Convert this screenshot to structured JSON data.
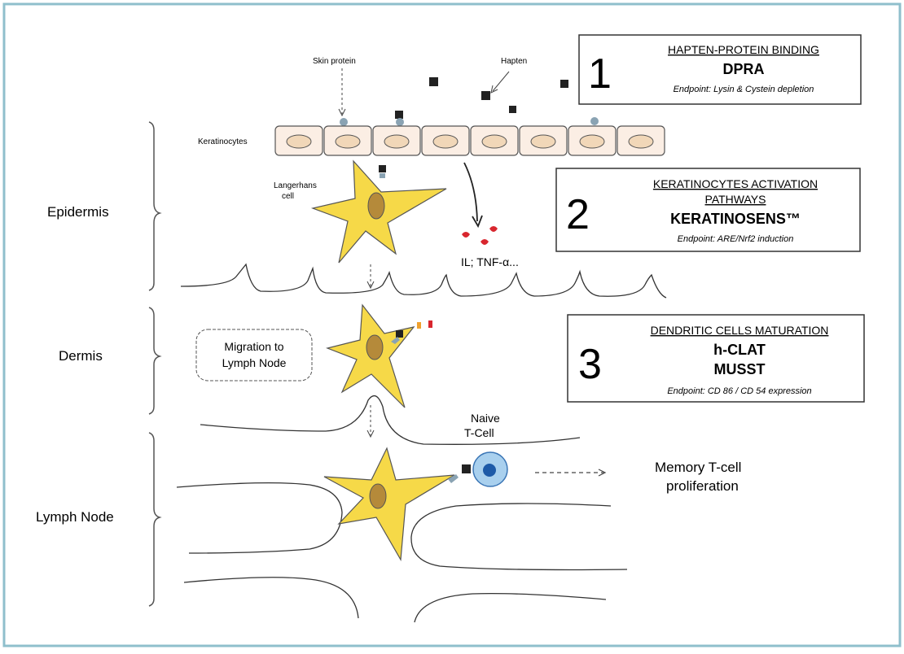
{
  "layers": {
    "epidermis": "Epidermis",
    "dermis": "Dermis",
    "lymph_node": "Lymph Node"
  },
  "labels": {
    "skin_protein": "Skin protein",
    "hapten": "Hapten",
    "keratinocytes": "Keratinocytes",
    "langerhans_line1": "Langerhans",
    "langerhans_line2": "cell",
    "cytokines": "IL; TNF-α...",
    "migration_line1": "Migration to",
    "migration_line2": "Lymph Node",
    "naive_line1": "Naive",
    "naive_line2": "T-Cell",
    "memory_line1": "Memory T-cell",
    "memory_line2": "proliferation"
  },
  "steps": [
    {
      "number": "1",
      "title_line1": "HAPTEN-PROTEIN BINDING",
      "title_line2": "",
      "assays_line1": "DPRA",
      "assays_line2": "",
      "endpoint": "Endpoint: Lysin & Cystein depletion"
    },
    {
      "number": "2",
      "title_line1": "KERATINOCYTES ACTIVATION",
      "title_line2": "PATHWAYS",
      "assays_line1": "KERATINOSENS™",
      "assays_line2": "",
      "endpoint": "Endpoint: ARE/Nrf2 induction"
    },
    {
      "number": "3",
      "title_line1": "DENDRITIC CELLS MATURATION",
      "title_line2": "",
      "assays_line1": "h-CLAT",
      "assays_line2": "MUSST",
      "endpoint": "Endpoint: CD 86 / CD 54 expression"
    }
  ],
  "colors": {
    "frame": "#8fbfcc",
    "cell_fill": "#f6d948",
    "cell_nucleus": "#b58a3a",
    "keratinocyte_fill": "#fbeee4",
    "keratinocyte_nucleus": "#f1d7b8",
    "tcell_fill": "#a9d0ee",
    "tcell_nucleus": "#1d5aa8",
    "cytokine": "#d8262e"
  }
}
